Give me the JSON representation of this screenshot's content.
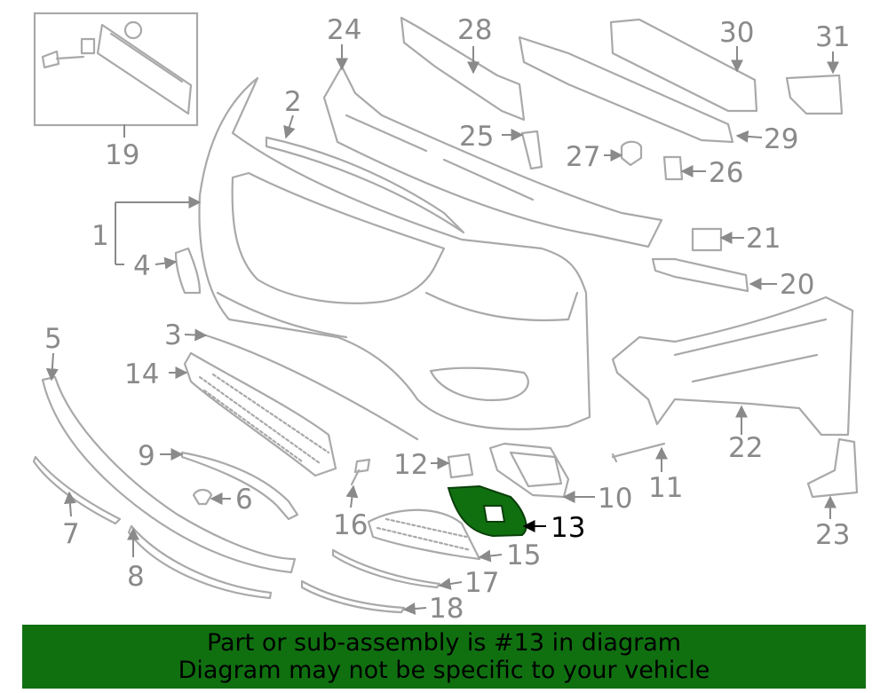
{
  "highlight_color": "#107010",
  "highlighted_part": "13",
  "callouts": [
    "1",
    "2",
    "3",
    "4",
    "5",
    "6",
    "7",
    "8",
    "9",
    "10",
    "11",
    "12",
    "13",
    "14",
    "15",
    "16",
    "17",
    "18",
    "19",
    "20",
    "21",
    "22",
    "23",
    "24",
    "25",
    "26",
    "27",
    "28",
    "29",
    "30",
    "31"
  ],
  "banner": {
    "line1": "Part or sub-assembly is #13 in diagram",
    "line2": "Diagram may not be specific to your vehicle"
  }
}
